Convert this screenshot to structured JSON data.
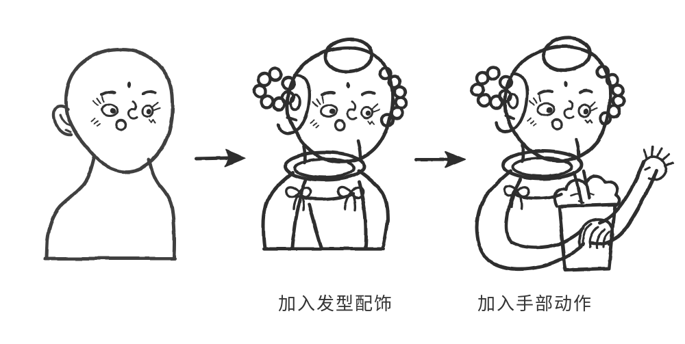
{
  "page": {
    "background_color": "#ffffff",
    "ink_color": "#333333"
  },
  "tutorial": {
    "stages": [
      {
        "name": "base-figure",
        "caption": ""
      },
      {
        "name": "hairstyle-accessories",
        "caption": "加入发型配饰"
      },
      {
        "name": "hand-gestures",
        "caption": "加入手部动作"
      }
    ],
    "arrows": [
      {
        "glyph": "right-arrow"
      },
      {
        "glyph": "right-arrow"
      }
    ]
  }
}
